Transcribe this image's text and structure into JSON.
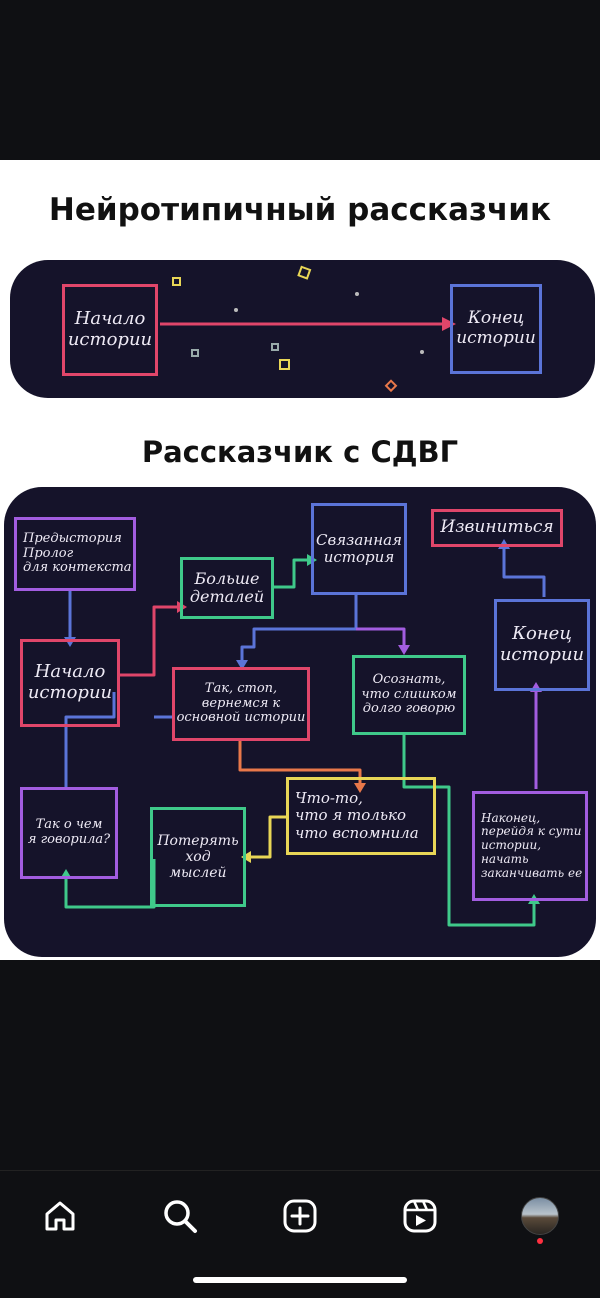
{
  "post": {
    "title_neurotypical": "Нейротипичный рассказчик",
    "title_adhd": "Рассказчик с СДВГ"
  },
  "diagram_neurotypical": {
    "start": "Начало\nистории",
    "end": "Конец\nистории"
  },
  "diagram_adhd": {
    "backstory": "Предыстория\nПролог\nдля контекста",
    "start": "Начало\nистории",
    "more_details": "Больше\nдеталей",
    "related_story": "Связанная\nистория",
    "apologize": "Извиниться",
    "end": "Конец\nистории",
    "stop_return": "Так, стоп,\nвернемся к\nосновной истории",
    "realize": "Осознать,\nчто слишком\nдолго говорю",
    "what_was_i": "Так о чем\nя говорила?",
    "remembered": "Что-то,\nчто я только\nчто вспомнила",
    "lose_thought": "Потерять\nход\nмыслей",
    "finally": "Наконец,\nперейдя к сути\nистории,\nначать\nзаканчивать ее"
  },
  "colors": {
    "red": "#e0466a",
    "blue": "#5b74d8",
    "green": "#3fc98a",
    "purple": "#a25de0",
    "orange": "#e9784a",
    "yellow": "#e8d656",
    "pink": "#d24ea0"
  },
  "nav": {
    "items": [
      "home-icon",
      "search-icon",
      "create-icon",
      "reels-icon",
      "profile-avatar"
    ]
  }
}
